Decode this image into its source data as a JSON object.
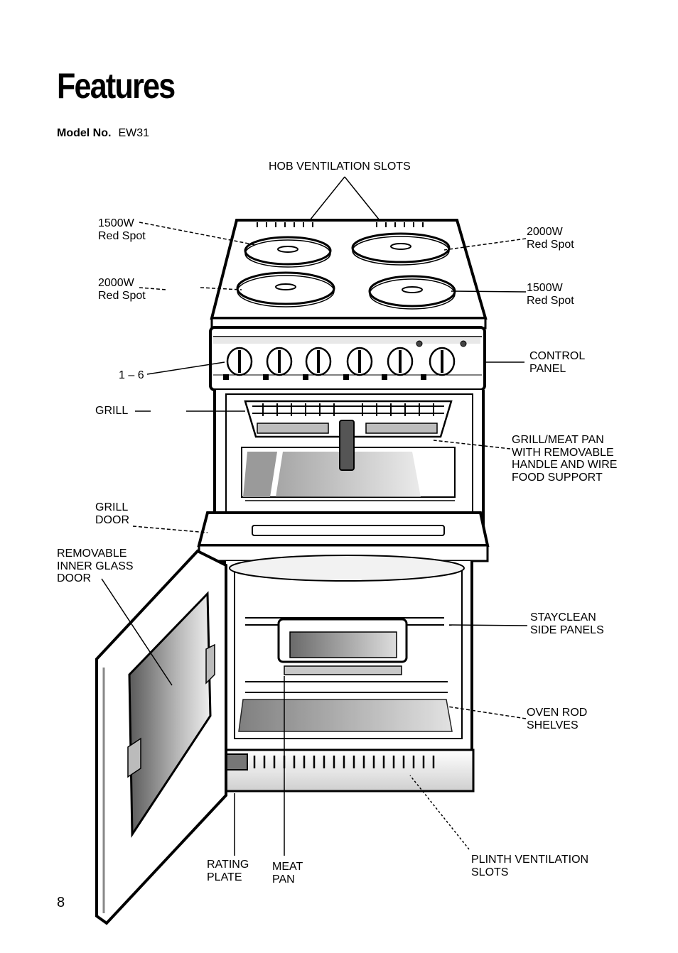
{
  "page": {
    "title": "Features",
    "model_label": "Model No.",
    "model_value": "EW31",
    "page_number": "8"
  },
  "labels": {
    "hob_vents": "HOB VENTILATION SLOTS",
    "top_left_spot": "1500W\nRed Spot",
    "top_right_spot": "2000W\nRed Spot",
    "bottom_left_spot": "2000W\nRed Spot",
    "bottom_right_spot": "1500W\nRed Spot",
    "control_panel": "CONTROL\nPANEL",
    "knobs": "1 – 6",
    "grill": "GRILL",
    "grill_pan": "GRILL/MEAT PAN\nWITH REMOVABLE\nHANDLE AND WIRE\nFOOD SUPPORT",
    "grill_door": "GRILL\nDOOR",
    "inner_glass": "REMOVABLE\nINNER GLASS\nDOOR",
    "side_panels": "STAYCLEAN\nSIDE PANELS",
    "shelves": "OVEN ROD\nSHELVES",
    "rating_plate": "RATING\nPLATE",
    "meat_pan": "MEAT\nPAN",
    "plinth_vents": "PLINTH VENTILATION\nSLOTS"
  },
  "colors": {
    "ink": "#000000",
    "paper": "#ffffff"
  }
}
